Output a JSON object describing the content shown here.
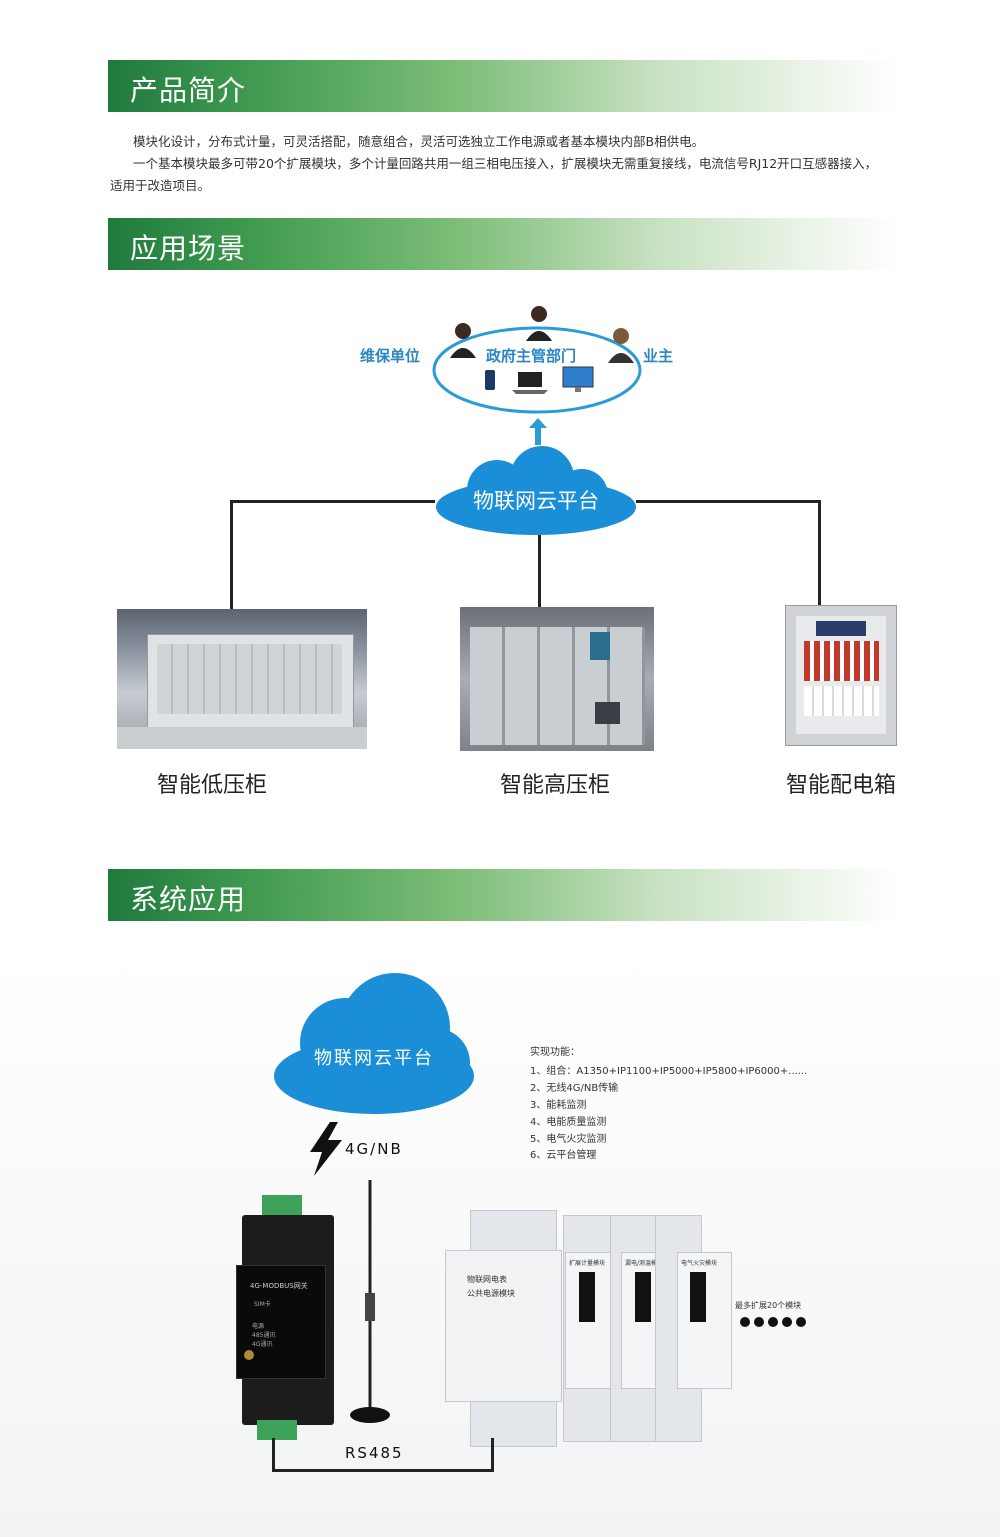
{
  "sections": {
    "intro_title": "产品简介",
    "scene_title": "应用场景",
    "system_title": "系统应用"
  },
  "intro": {
    "line1": "模块化设计，分布式计量，可灵活搭配，随意组合，灵活可选独立工作电源或者基本模块内部B相供电。",
    "line2": "一个基本模块最多可带20个扩展模块，多个计量回路共用一组三相电压接入，扩展模块无需重复接线，电流信号RJ12开口互感器接入，",
    "line3": "适用于改造项目。"
  },
  "scene": {
    "users": [
      "维保单位",
      "政府主管部门",
      "业主"
    ],
    "cloud": "物联网云平台",
    "items": [
      {
        "label": "智能低压柜"
      },
      {
        "label": "智能高压柜"
      },
      {
        "label": "智能配电箱"
      }
    ]
  },
  "system": {
    "cloud": "物联网云平台",
    "link": "4G/NB",
    "gateway_title": "4G-MODBUS网关",
    "gateway_sim": "SIM卡",
    "gateway_leds": [
      "电源",
      "485通讯",
      "4G通讯"
    ],
    "meter_lines": [
      "物联网电表",
      "公共电源模块"
    ],
    "module_titles": [
      "扩展计量模块",
      "漏电/测温模块",
      "电气火灾模块"
    ],
    "expand_text": "最多扩展20个模块",
    "bus": "RS485",
    "features_title": "实现功能：",
    "features": [
      "1、组合：A1350+IP1100+IP5000+IP5800+IP6000+......",
      "2、无线4G/NB传输",
      "3、能耗监测",
      "4、电能质量监测",
      "5、电气火灾监测",
      "6、云平台管理"
    ]
  },
  "colors": {
    "bar_start": "#1f7a3e",
    "cloud_blue": "#1a8fd8",
    "label_blue": "#2b86c3"
  }
}
